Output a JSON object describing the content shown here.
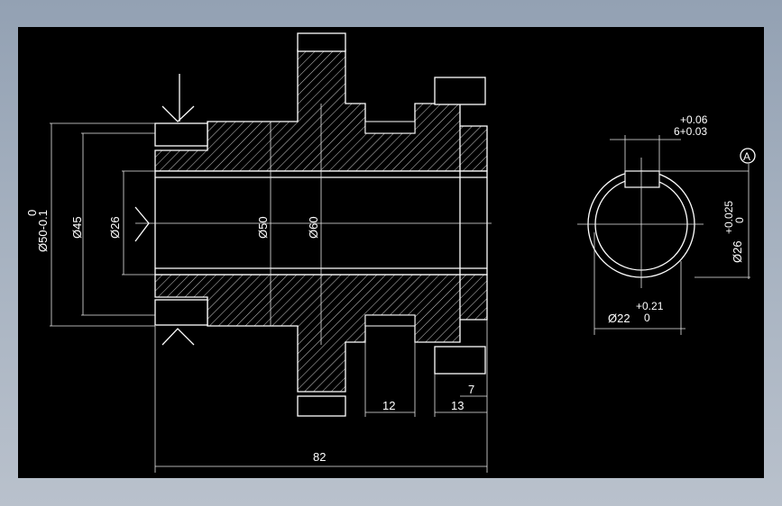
{
  "drawing": {
    "background_color": "#000000",
    "line_color": "#ffffff",
    "dims_section": {
      "dia_50_tol_upper": "0",
      "dia_50_tol": "Ø50-0.1",
      "dia_45": "Ø45",
      "dia_26": "Ø26",
      "dia_50_inner": "Ø50",
      "dia_60": "Ø60",
      "len_82": "82",
      "len_12": "12",
      "len_13": "13",
      "len_7": "7"
    },
    "dims_end_view": {
      "key_tol_upper": "+0.06",
      "key_width": "6+0.03",
      "datum": "A",
      "bore_tol_upper": "+0.025",
      "bore_tol_lower": "0",
      "bore": "Ø26",
      "hub_tol_upper": "+0.21",
      "hub": "Ø22",
      "hub_tol_lower": "0"
    }
  }
}
